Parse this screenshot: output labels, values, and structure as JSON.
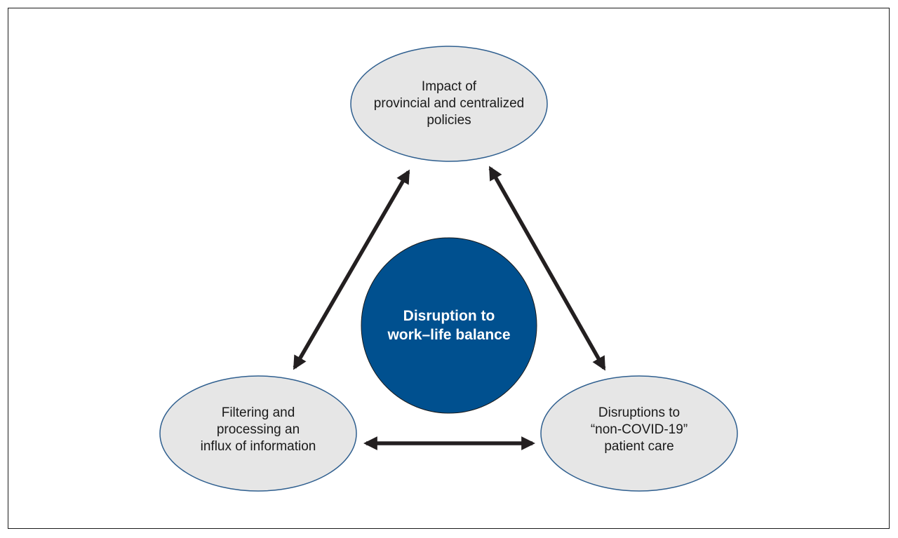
{
  "diagram": {
    "center": {
      "label": "Disruption to\nwork–life balance",
      "color": "#00508f"
    },
    "nodes": {
      "top": {
        "label": "Impact of\nprovincial and centralized\npolicies"
      },
      "left": {
        "label": "Filtering and\nprocessing an\ninflux of information"
      },
      "right": {
        "label": "Disruptions to\n“non-COVID-19”\npatient care"
      }
    },
    "node_fill": "#e6e6e6",
    "node_stroke": "#2f5f8f",
    "arrow_color": "#231f20",
    "connections": [
      {
        "from": "top",
        "to": "left",
        "direction": "bidirectional"
      },
      {
        "from": "top",
        "to": "right",
        "direction": "bidirectional"
      },
      {
        "from": "left",
        "to": "right",
        "direction": "bidirectional"
      }
    ]
  }
}
